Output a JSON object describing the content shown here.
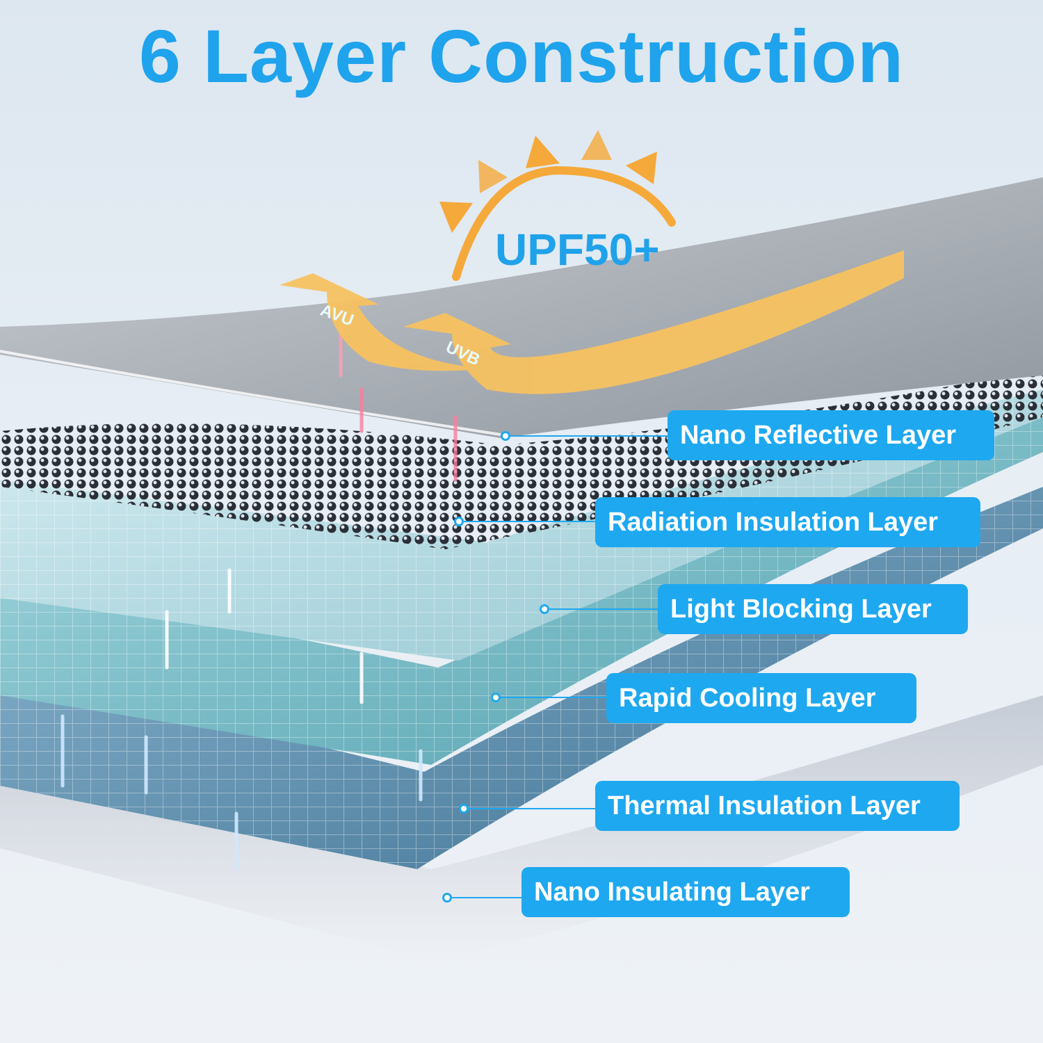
{
  "title": "6 Layer Construction",
  "badge": {
    "text": "UPF50+",
    "sun_color": "#f5a93a"
  },
  "arrows": [
    {
      "label": "AVU"
    },
    {
      "label": "UVB"
    }
  ],
  "layers": [
    {
      "label": "Nano Reflective Layer"
    },
    {
      "label": "Radiation Insulation Layer"
    },
    {
      "label": "Light Blocking Layer"
    },
    {
      "label": "Rapid Cooling Layer"
    },
    {
      "label": "Thermal Insulation Layer"
    },
    {
      "label": "Nano Insulating Layer"
    }
  ],
  "colors": {
    "accent": "#1ea8f0",
    "title": "#1fa3ec",
    "sun": "#f5a93a"
  }
}
